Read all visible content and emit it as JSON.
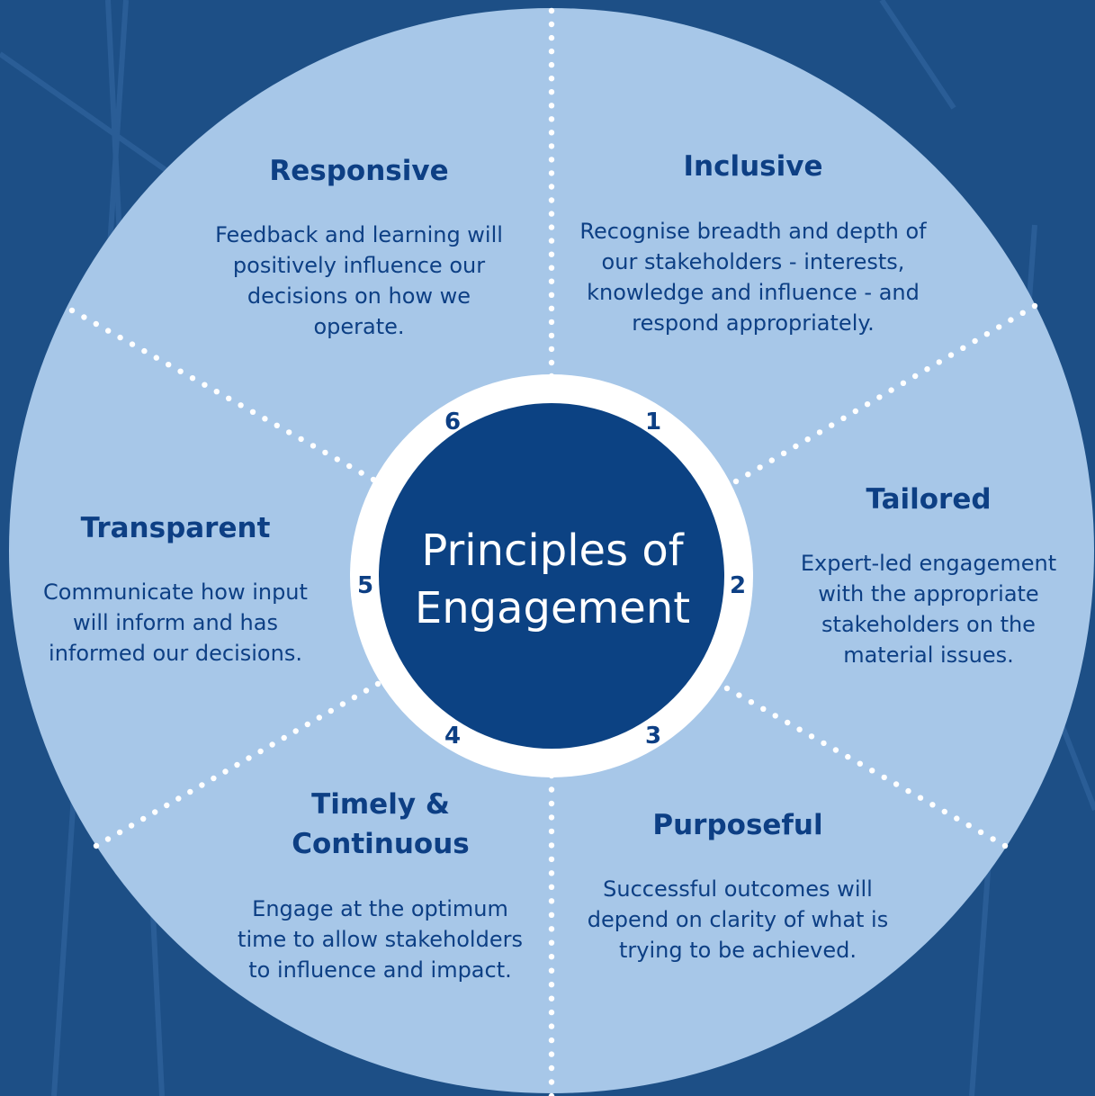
{
  "diagram": {
    "center_title": "Principles of Engagement",
    "segments": [
      {
        "number": "1",
        "title": "Inclusive",
        "body": "Recognise breadth and depth of our stakeholders - interests, knowledge and influence - and respond appropriately."
      },
      {
        "number": "2",
        "title": "Tailored",
        "body": "Expert-led engagement with the appropriate stakeholders on the material issues."
      },
      {
        "number": "3",
        "title": "Purposeful",
        "body": "Successful outcomes will depend on clarity of what is trying to be achieved."
      },
      {
        "number": "4",
        "title": "Timely & Continuous",
        "body": "Engage at the optimum time to allow stakeholders to influence and impact."
      },
      {
        "number": "5",
        "title": "Transparent",
        "body": "Communicate how input will inform and has informed our decisions."
      },
      {
        "number": "6",
        "title": "Responsive",
        "body": "Feedback and learning will positively influence our decisions on how we operate."
      }
    ],
    "colors": {
      "background": "#1d4f86",
      "outer_circle": "#a7c7e8",
      "ring": "#ffffff",
      "center_circle": "#0c4283",
      "text": "#0d3f84",
      "divider_dots": "#ffffff"
    }
  }
}
